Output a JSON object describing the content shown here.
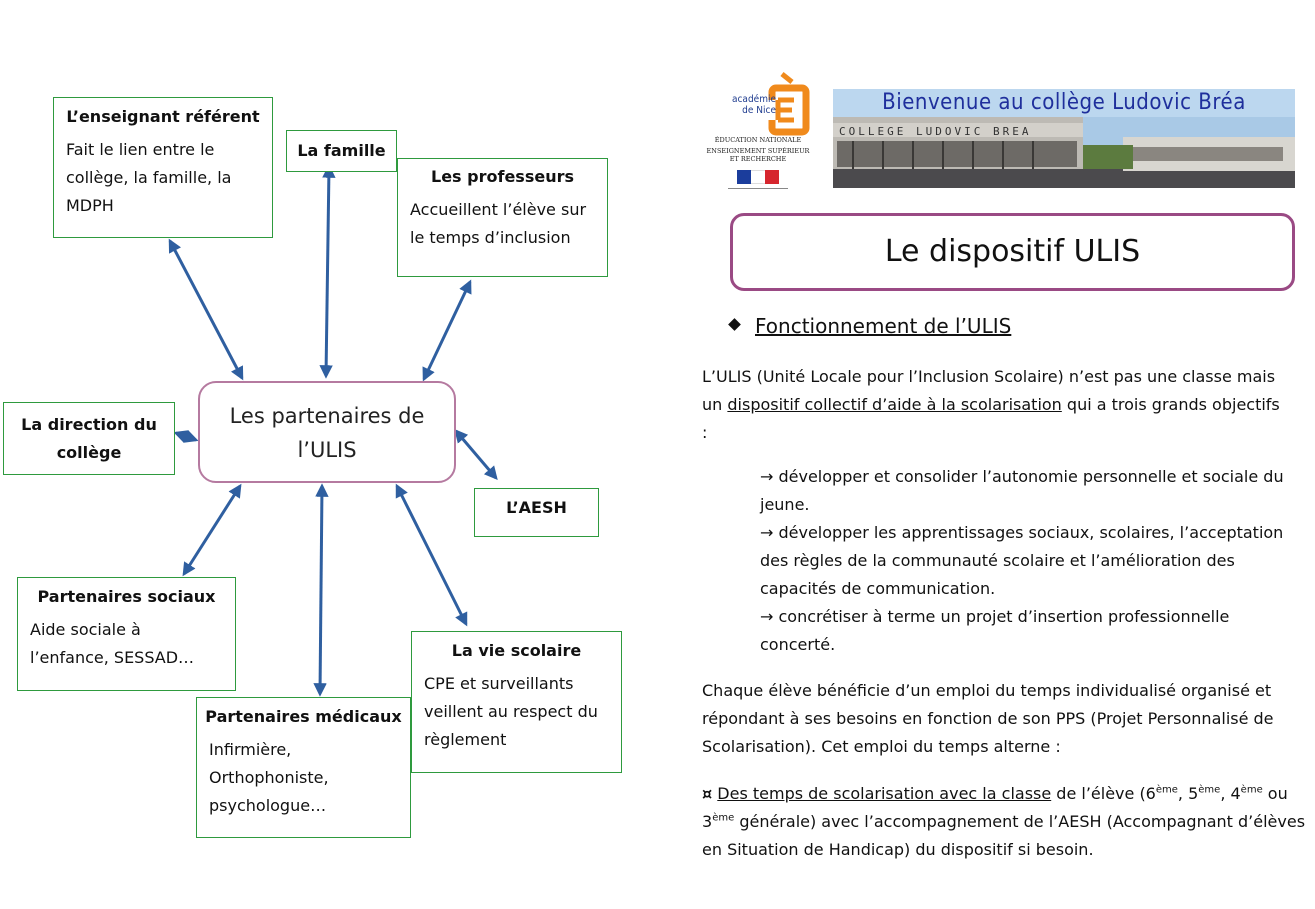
{
  "partners": {
    "center": [
      "Les partenaires de",
      "l’ULIS"
    ],
    "referent": {
      "title": "L’enseignant référent",
      "lines": [
        "Fait le lien entre le",
        "collège, la famille, la",
        "MDPH"
      ]
    },
    "famille": {
      "title": "La famille"
    },
    "professeurs": {
      "title": "Les professeurs",
      "lines": [
        "Accueillent l’élève sur",
        "le temps d’inclusion"
      ]
    },
    "direction": {
      "title_lines": [
        "La direction du",
        "collège"
      ]
    },
    "aesh": {
      "title": "L’AESH"
    },
    "sociaux": {
      "title": "Partenaires sociaux",
      "lines": [
        "Aide sociale à",
        "l’enfance, SESSAD…"
      ]
    },
    "medicaux": {
      "title": "Partenaires médicaux",
      "lines": [
        "Infirmière,",
        "Orthophoniste,",
        "psychologue…"
      ]
    },
    "vie_scolaire": {
      "title": "La vie scolaire",
      "lines": [
        "CPE et surveillants",
        "veillent au respect du",
        "règlement"
      ]
    }
  },
  "logo": {
    "academie": [
      "académie",
      "de Nice"
    ],
    "ministere": [
      "ÉDUCATION NATIONALE",
      "ENSEIGNEMENT SUPÉRIEUR",
      "ET RECHERCHE"
    ],
    "flag_colors": [
      "#1b3d9c",
      "#ffffff",
      "#d6262e"
    ]
  },
  "banner": {
    "title": "Bienvenue au collège Ludovic Bréa",
    "sign": "COLLEGE LUDOVIC BREA"
  },
  "page_title": "Le dispositif ULIS",
  "section": {
    "label": "Fonctionnement de l’ULIS"
  },
  "intro": {
    "line1": "L’ULIS (Unité Locale pour l’Inclusion Scolaire) n’est pas une classe mais",
    "line2_pre": "un ",
    "line2_u": "dispositif collectif d’aide à la scolarisation",
    "line2_post": " qui a trois grands objectifs",
    "line3": ":"
  },
  "objectives": [
    [
      "→ développer et consolider l’autonomie personnelle et sociale du",
      "jeune."
    ],
    [
      "→ développer les apprentissages sociaux, scolaires, l’acceptation",
      "des règles de la communauté scolaire et l’amélioration des",
      "capacités de communication."
    ],
    [
      "→ concrétiser à terme un projet d’insertion professionnelle",
      "concerté."
    ]
  ],
  "schedule": [
    "Chaque élève bénéficie d’un emploi du temps individualisé organisé et",
    "répondant à ses besoins en fonction de son PPS (Projet Personnalisé de",
    "Scolarisation).  Cet emploi du temps alterne :"
  ],
  "bullet": {
    "symbol": "¤",
    "u": "Des temps de scolarisation avec la classe",
    "p1": " de l’élève (6",
    "s1": "ème",
    "p2": ", 5",
    "s2": "ème",
    "p3": ", 4",
    "s3": "ème",
    "p4": " ou",
    "l2a": "3",
    "s4": "ème",
    "l2b": " générale) avec l’accompagnement de l’AESH (Accompagnant d’élèves",
    "l3": "en Situation de Handicap) du dispositif si besoin."
  },
  "colors": {
    "box_border": "#2e9a3e",
    "arrow": "#2f5fa0",
    "center_border": "#b57aa0",
    "title_border": "#9a4a84",
    "banner_text": "#1f2f9c",
    "logo_orange": "#f08a1c"
  }
}
